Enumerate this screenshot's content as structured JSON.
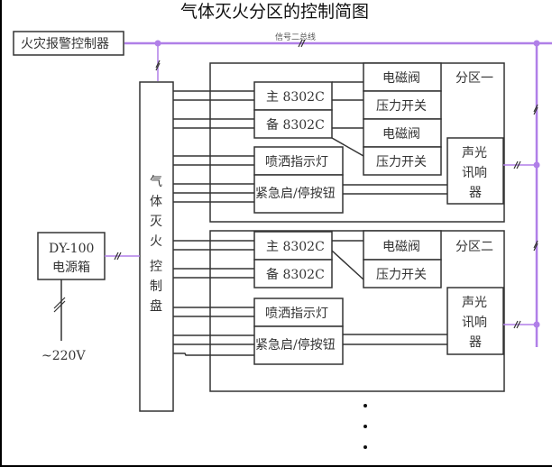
{
  "title": "气体灭火分区的控制简图",
  "bus_label": "信号二总线",
  "fire_alarm_controller": "火灾报警控制器",
  "control_panel": {
    "chars": [
      "气",
      "体",
      "灭",
      "火",
      "控",
      "制",
      "盘"
    ]
  },
  "power_box": {
    "model": "DY-100",
    "name": "电源箱",
    "supply": "~220V"
  },
  "zones": [
    {
      "name": "分区一",
      "main_module": "主 8302C",
      "backup_module": "备 8302C",
      "spray_light": "喷洒指示灯",
      "emergency_button": "紧急启/停按钮",
      "devices": [
        "电磁阀",
        "压力开关",
        "电磁阀",
        "压力开关"
      ],
      "alarm": [
        "声光",
        "讯响",
        "器"
      ]
    },
    {
      "name": "分区二",
      "main_module": "主 8302C",
      "backup_module": "备 8302C",
      "spray_light": "喷洒指示灯",
      "emergency_button": "紧急启/停按钮",
      "devices": [
        "电磁阀",
        "压力开关"
      ],
      "alarm": [
        "声光",
        "讯响",
        "器"
      ]
    }
  ],
  "continuation": "⋮",
  "colors": {
    "bus": "#b07fe8",
    "line": "#333333"
  }
}
